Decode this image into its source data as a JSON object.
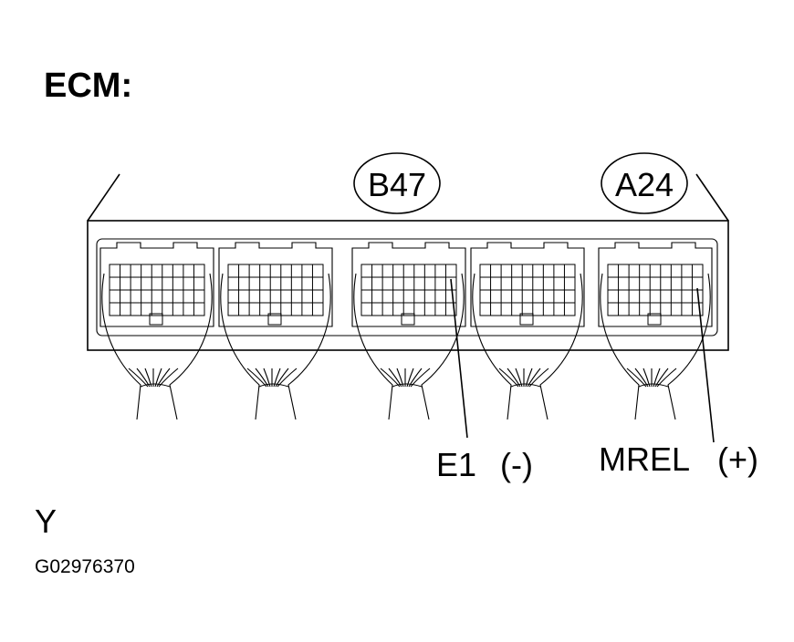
{
  "title": "ECM:",
  "connectors": [
    {
      "id": "B47"
    },
    {
      "id": "A24"
    }
  ],
  "terminals": [
    {
      "name": "E1",
      "polarity": "(-)"
    },
    {
      "name": "MREL",
      "polarity": "(+)"
    }
  ],
  "view_label": "Y",
  "figure_id": "G02976370",
  "colors": {
    "line": "#000000",
    "background": "#ffffff"
  }
}
